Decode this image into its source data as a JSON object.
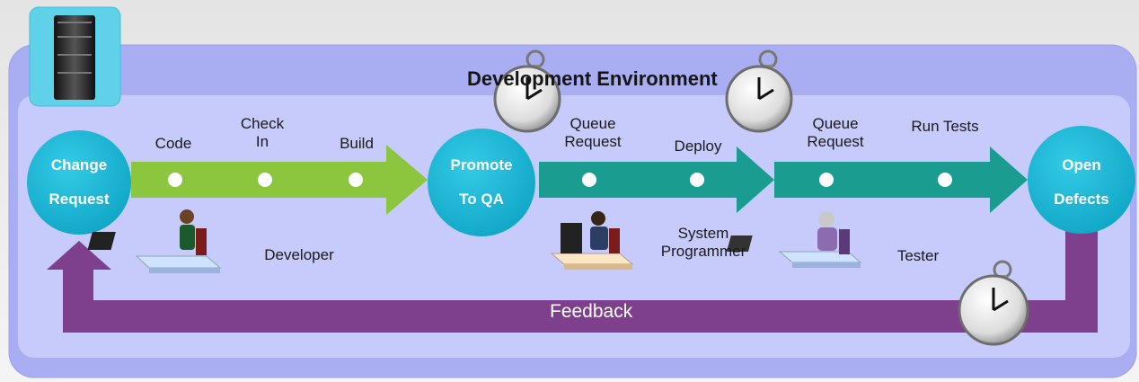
{
  "title": "Development Environment",
  "stages": {
    "change_request": "Change\nRequest",
    "promote": "Promote\nTo QA",
    "open_defects": "Open\nDefects"
  },
  "steps": {
    "code": "Code",
    "check_in": "Check\nIn",
    "build": "Build",
    "queue_request_1": "Queue\nRequest",
    "deploy": "Deploy",
    "queue_request_2": "Queue\nRequest",
    "run_tests": "Run Tests"
  },
  "roles": {
    "developer": "Developer",
    "system_programmer": "System\nProgrammer",
    "tester": "Tester"
  },
  "feedback": "Feedback",
  "colors": {
    "environment_panel": "#a9aef3",
    "inner_panel": "#c7cbfb",
    "green_arrow": "#8cc63f",
    "teal_arrow": "#1a9c91",
    "circle": "#1bb6d4",
    "feedback_arrow": "#7e3f8c"
  }
}
